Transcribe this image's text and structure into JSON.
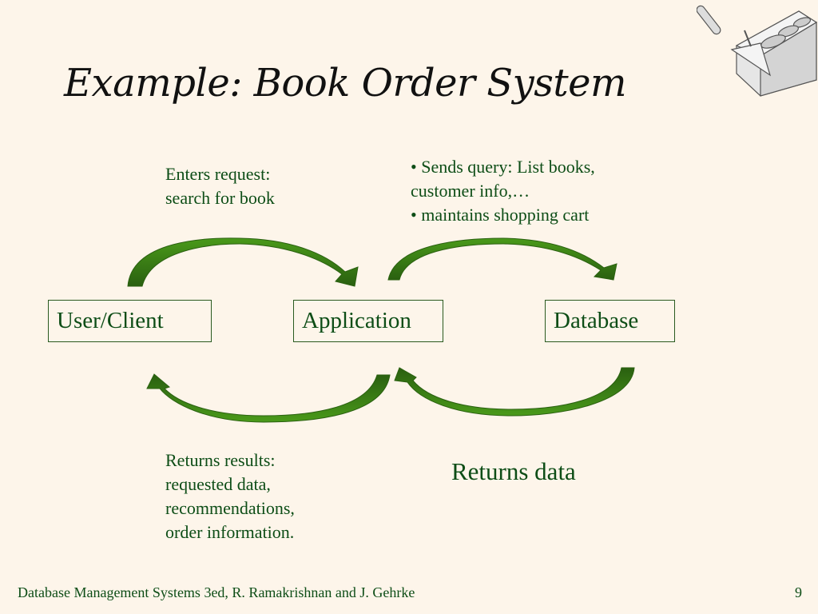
{
  "slide": {
    "title": "Example: Book Order System",
    "logo_icon": "brick-and-trowel-icon",
    "nodes": {
      "client": "User/Client",
      "application": "Application",
      "database": "Database"
    },
    "annotations": {
      "request": [
        "Enters request:",
        "search for book"
      ],
      "query": [
        "• Sends query: List books,",
        "customer info,…",
        "• maintains shopping cart"
      ],
      "results": [
        "Returns results:",
        "requested data,",
        "recommendations,",
        "order information."
      ],
      "returns_data": "Returns data"
    },
    "arrows": [
      {
        "from": "User/Client",
        "to": "Application",
        "direction": "forward"
      },
      {
        "from": "Application",
        "to": "Database",
        "direction": "forward"
      },
      {
        "from": "Application",
        "to": "User/Client",
        "direction": "back"
      },
      {
        "from": "Database",
        "to": "Application",
        "direction": "back"
      }
    ],
    "colors": {
      "background": "#fdf5ea",
      "text_green": "#0d4d16",
      "arrow_green": "#3a8a14",
      "arrow_dark": "#2a6010"
    }
  },
  "footer": {
    "citation": "Database Management Systems 3ed,  R. Ramakrishnan and J. Gehrke",
    "page_number": "9"
  }
}
